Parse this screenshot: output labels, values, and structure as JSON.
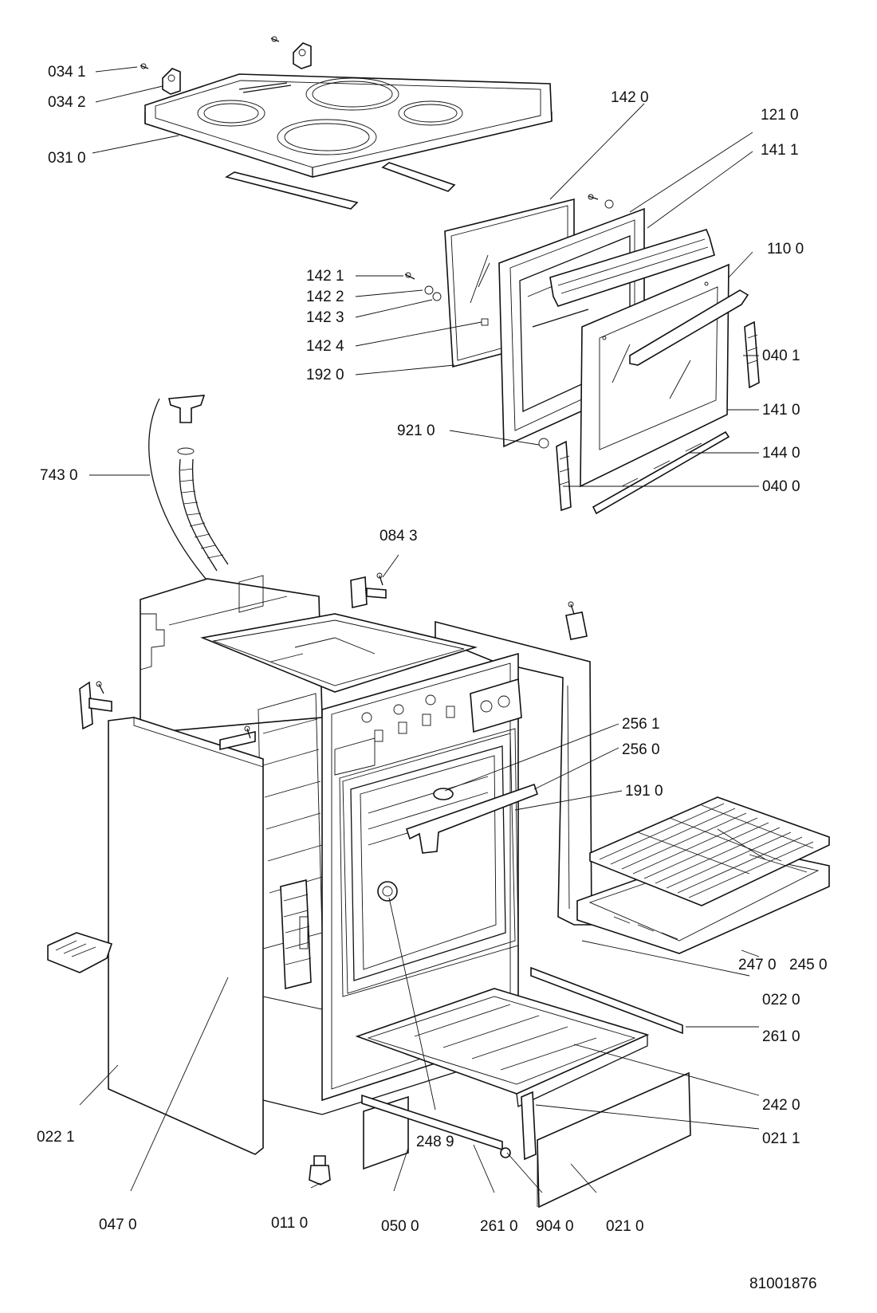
{
  "diagram": {
    "reference_number": "81001876",
    "labels": [
      {
        "id": "0341",
        "text": "034 1"
      },
      {
        "id": "0342",
        "text": "034 2"
      },
      {
        "id": "0310",
        "text": "031 0"
      },
      {
        "id": "1420",
        "text": "142 0"
      },
      {
        "id": "1210",
        "text": "121 0"
      },
      {
        "id": "1411",
        "text": "141 1"
      },
      {
        "id": "1100",
        "text": "110 0"
      },
      {
        "id": "1421",
        "text": "142 1"
      },
      {
        "id": "1422",
        "text": "142 2"
      },
      {
        "id": "1423",
        "text": "142 3"
      },
      {
        "id": "1424",
        "text": "142 4"
      },
      {
        "id": "1920",
        "text": "192 0"
      },
      {
        "id": "0401",
        "text": "040 1"
      },
      {
        "id": "1410",
        "text": "141 0"
      },
      {
        "id": "9210",
        "text": "921 0"
      },
      {
        "id": "1440",
        "text": "144 0"
      },
      {
        "id": "7430",
        "text": "743 0"
      },
      {
        "id": "0400",
        "text": "040 0"
      },
      {
        "id": "0843",
        "text": "084 3"
      },
      {
        "id": "2561",
        "text": "256 1"
      },
      {
        "id": "2560",
        "text": "256 0"
      },
      {
        "id": "1910",
        "text": "191 0"
      },
      {
        "id": "2470",
        "text": "247 0"
      },
      {
        "id": "2450",
        "text": "245 0"
      },
      {
        "id": "0220",
        "text": "022 0"
      },
      {
        "id": "2610a",
        "text": "261 0"
      },
      {
        "id": "2420",
        "text": "242 0"
      },
      {
        "id": "0211",
        "text": "021 1"
      },
      {
        "id": "0221",
        "text": "022 1"
      },
      {
        "id": "2489",
        "text": "248 9"
      },
      {
        "id": "0470",
        "text": "047 0"
      },
      {
        "id": "0110",
        "text": "011 0"
      },
      {
        "id": "0500",
        "text": "050 0"
      },
      {
        "id": "2610b",
        "text": "261 0"
      },
      {
        "id": "9040",
        "text": "904 0"
      },
      {
        "id": "0210",
        "text": "021 0"
      }
    ]
  }
}
